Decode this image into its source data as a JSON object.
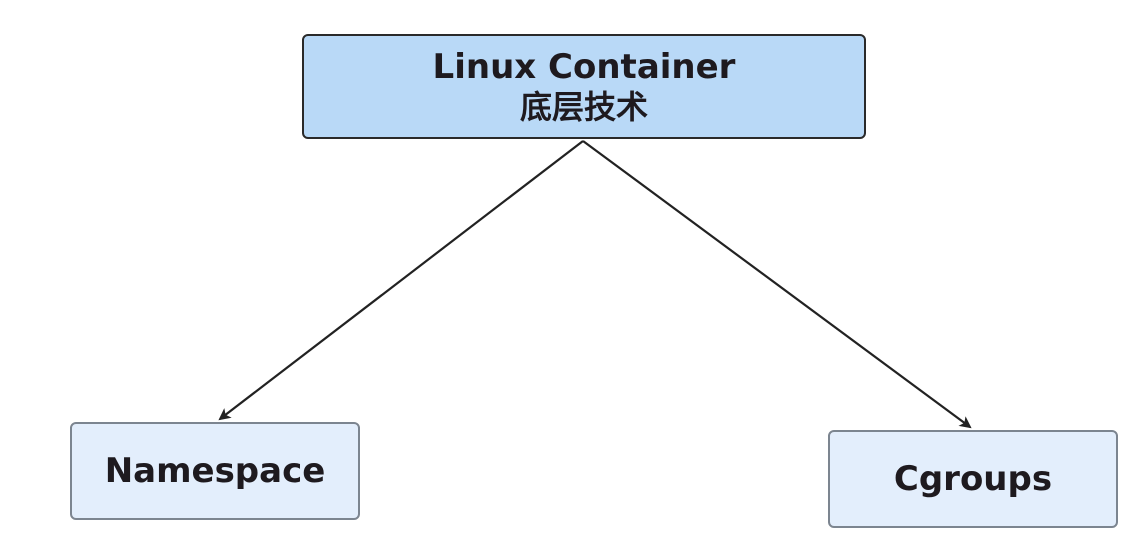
{
  "diagram": {
    "root": {
      "title": "Linux Container",
      "subtitle": "底层技术",
      "fill": "#b9d9f7"
    },
    "children": [
      {
        "label": "Namespace",
        "fill": "#e3eefc"
      },
      {
        "label": "Cgroups",
        "fill": "#e3eefc"
      }
    ],
    "edges": [
      {
        "from": "Linux Container",
        "to": "Namespace"
      },
      {
        "from": "Linux Container",
        "to": "Cgroups"
      }
    ]
  }
}
